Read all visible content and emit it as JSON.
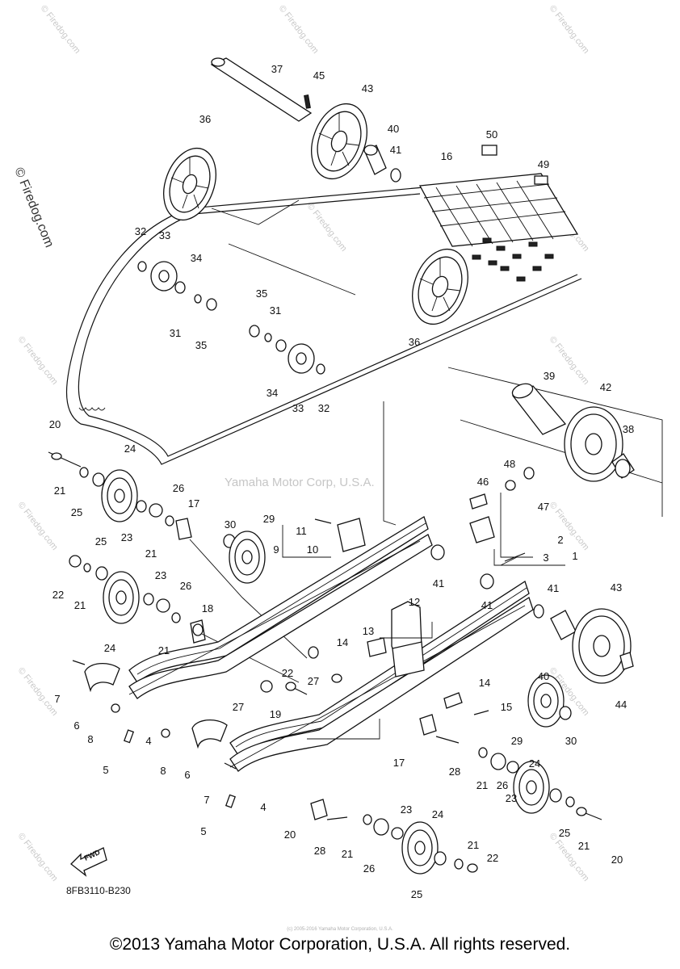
{
  "diagram_code": "8FB3110-B230",
  "center_watermark": "Yamaha Motor Corp, U.S.A.",
  "side_watermark": "© Firedog.com",
  "repeat_watermark": "© Firedog.com",
  "fwd_label": "FWD",
  "tiny_copyright": "(c) 2005-2016 Yamaha Motor Corporation, U.S.A.",
  "footer": "©2013 Yamaha Motor Corporation, U.S.A. All rights reserved.",
  "labels": [
    {
      "id": "l37a",
      "text": "37"
    },
    {
      "id": "l45",
      "text": "45"
    },
    {
      "id": "l43a",
      "text": "43"
    },
    {
      "id": "l36a",
      "text": "36"
    },
    {
      "id": "l40a",
      "text": "40"
    },
    {
      "id": "l41a",
      "text": "41"
    },
    {
      "id": "l50",
      "text": "50"
    },
    {
      "id": "l16",
      "text": "16"
    },
    {
      "id": "l49",
      "text": "49"
    },
    {
      "id": "l32a",
      "text": "32"
    },
    {
      "id": "l33a",
      "text": "33"
    },
    {
      "id": "l34a",
      "text": "34"
    },
    {
      "id": "l31a",
      "text": "31"
    },
    {
      "id": "l35a",
      "text": "35"
    },
    {
      "id": "l35b",
      "text": "35"
    },
    {
      "id": "l31b",
      "text": "31"
    },
    {
      "id": "l36b",
      "text": "36"
    },
    {
      "id": "l34b",
      "text": "34"
    },
    {
      "id": "l33b",
      "text": "33"
    },
    {
      "id": "l32b",
      "text": "32"
    },
    {
      "id": "l39",
      "text": "39"
    },
    {
      "id": "l42",
      "text": "42"
    },
    {
      "id": "l38",
      "text": "38"
    },
    {
      "id": "l20a",
      "text": "20"
    },
    {
      "id": "l24a",
      "text": "24"
    },
    {
      "id": "l21a",
      "text": "21"
    },
    {
      "id": "l25a",
      "text": "25"
    },
    {
      "id": "l26a",
      "text": "26"
    },
    {
      "id": "l23a",
      "text": "23"
    },
    {
      "id": "l17a",
      "text": "17"
    },
    {
      "id": "l21b",
      "text": "21"
    },
    {
      "id": "l30a",
      "text": "30"
    },
    {
      "id": "l29a",
      "text": "29"
    },
    {
      "id": "l11",
      "text": "11"
    },
    {
      "id": "l9",
      "text": "9"
    },
    {
      "id": "l10",
      "text": "10"
    },
    {
      "id": "l48",
      "text": "48"
    },
    {
      "id": "l46",
      "text": "46"
    },
    {
      "id": "l47",
      "text": "47"
    },
    {
      "id": "l2",
      "text": "2"
    },
    {
      "id": "l3",
      "text": "3"
    },
    {
      "id": "l1",
      "text": "1"
    },
    {
      "id": "l25b",
      "text": "25"
    },
    {
      "id": "l22a",
      "text": "22"
    },
    {
      "id": "l21c",
      "text": "21"
    },
    {
      "id": "l23b",
      "text": "23"
    },
    {
      "id": "l26b",
      "text": "26"
    },
    {
      "id": "l41b",
      "text": "41"
    },
    {
      "id": "l41c",
      "text": "41"
    },
    {
      "id": "l41d",
      "text": "41"
    },
    {
      "id": "l43b",
      "text": "43"
    },
    {
      "id": "l12",
      "text": "12"
    },
    {
      "id": "l18",
      "text": "18"
    },
    {
      "id": "l24b",
      "text": "24"
    },
    {
      "id": "l21d",
      "text": "21"
    },
    {
      "id": "l13",
      "text": "13"
    },
    {
      "id": "l14a",
      "text": "14"
    },
    {
      "id": "l22b",
      "text": "22"
    },
    {
      "id": "l40b",
      "text": "40"
    },
    {
      "id": "l7a",
      "text": "7"
    },
    {
      "id": "l27a",
      "text": "27"
    },
    {
      "id": "l27b",
      "text": "27"
    },
    {
      "id": "l44",
      "text": "44"
    },
    {
      "id": "l6a",
      "text": "6"
    },
    {
      "id": "l19",
      "text": "19"
    },
    {
      "id": "l14b",
      "text": "14"
    },
    {
      "id": "l8a",
      "text": "8"
    },
    {
      "id": "l4a",
      "text": "4"
    },
    {
      "id": "l15",
      "text": "15"
    },
    {
      "id": "l29b",
      "text": "29"
    },
    {
      "id": "l30b",
      "text": "30"
    },
    {
      "id": "l5a",
      "text": "5"
    },
    {
      "id": "l8b",
      "text": "8"
    },
    {
      "id": "l6b",
      "text": "6"
    },
    {
      "id": "l17b",
      "text": "17"
    },
    {
      "id": "l28a",
      "text": "28"
    },
    {
      "id": "l7b",
      "text": "7"
    },
    {
      "id": "l21e",
      "text": "21"
    },
    {
      "id": "l26c",
      "text": "26"
    },
    {
      "id": "l23c",
      "text": "23"
    },
    {
      "id": "l4b",
      "text": "4"
    },
    {
      "id": "l5b",
      "text": "5"
    },
    {
      "id": "l24c",
      "text": "24"
    },
    {
      "id": "l23d",
      "text": "23"
    },
    {
      "id": "l24d",
      "text": "24"
    },
    {
      "id": "l25c",
      "text": "25"
    },
    {
      "id": "l21f",
      "text": "21"
    },
    {
      "id": "l20b",
      "text": "20"
    },
    {
      "id": "l28b",
      "text": "28"
    },
    {
      "id": "l21g",
      "text": "21"
    },
    {
      "id": "l26d",
      "text": "26"
    },
    {
      "id": "l21h",
      "text": "21"
    },
    {
      "id": "l22c",
      "text": "22"
    },
    {
      "id": "l20c",
      "text": "20"
    },
    {
      "id": "l25d",
      "text": "25"
    }
  ]
}
